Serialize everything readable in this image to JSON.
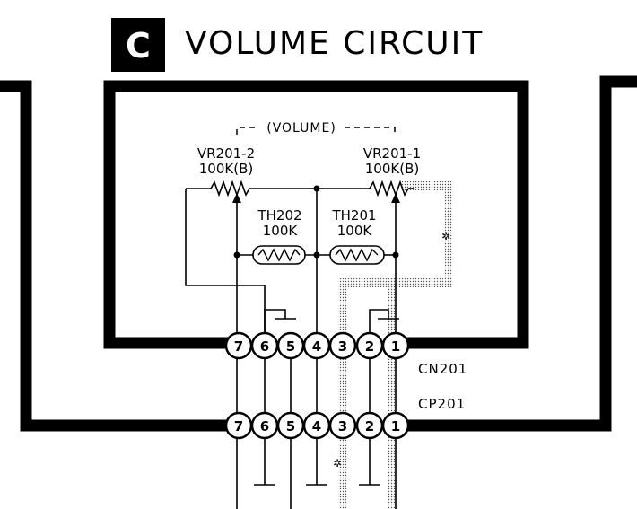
{
  "header": {
    "badge": "C",
    "title": "VOLUME CIRCUIT"
  },
  "group_label": "VOLUME",
  "components": {
    "vr201_2": {
      "ref": "VR201-2",
      "value": "100K(B)"
    },
    "vr201_1": {
      "ref": "VR201-1",
      "value": "100K(B)"
    },
    "th202": {
      "ref": "TH202",
      "value": "100K"
    },
    "th201": {
      "ref": "TH201",
      "value": "100K"
    }
  },
  "connectors": {
    "cn201": {
      "label": "CN201",
      "pins": [
        "7",
        "6",
        "5",
        "4",
        "3",
        "2",
        "1"
      ]
    },
    "cp201": {
      "label": "CP201",
      "pins": [
        "7",
        "6",
        "5",
        "4",
        "3",
        "2",
        "1"
      ]
    }
  },
  "colors": {
    "ink": "#000000",
    "paper": "#ffffff",
    "shield_dots": "#555555"
  }
}
